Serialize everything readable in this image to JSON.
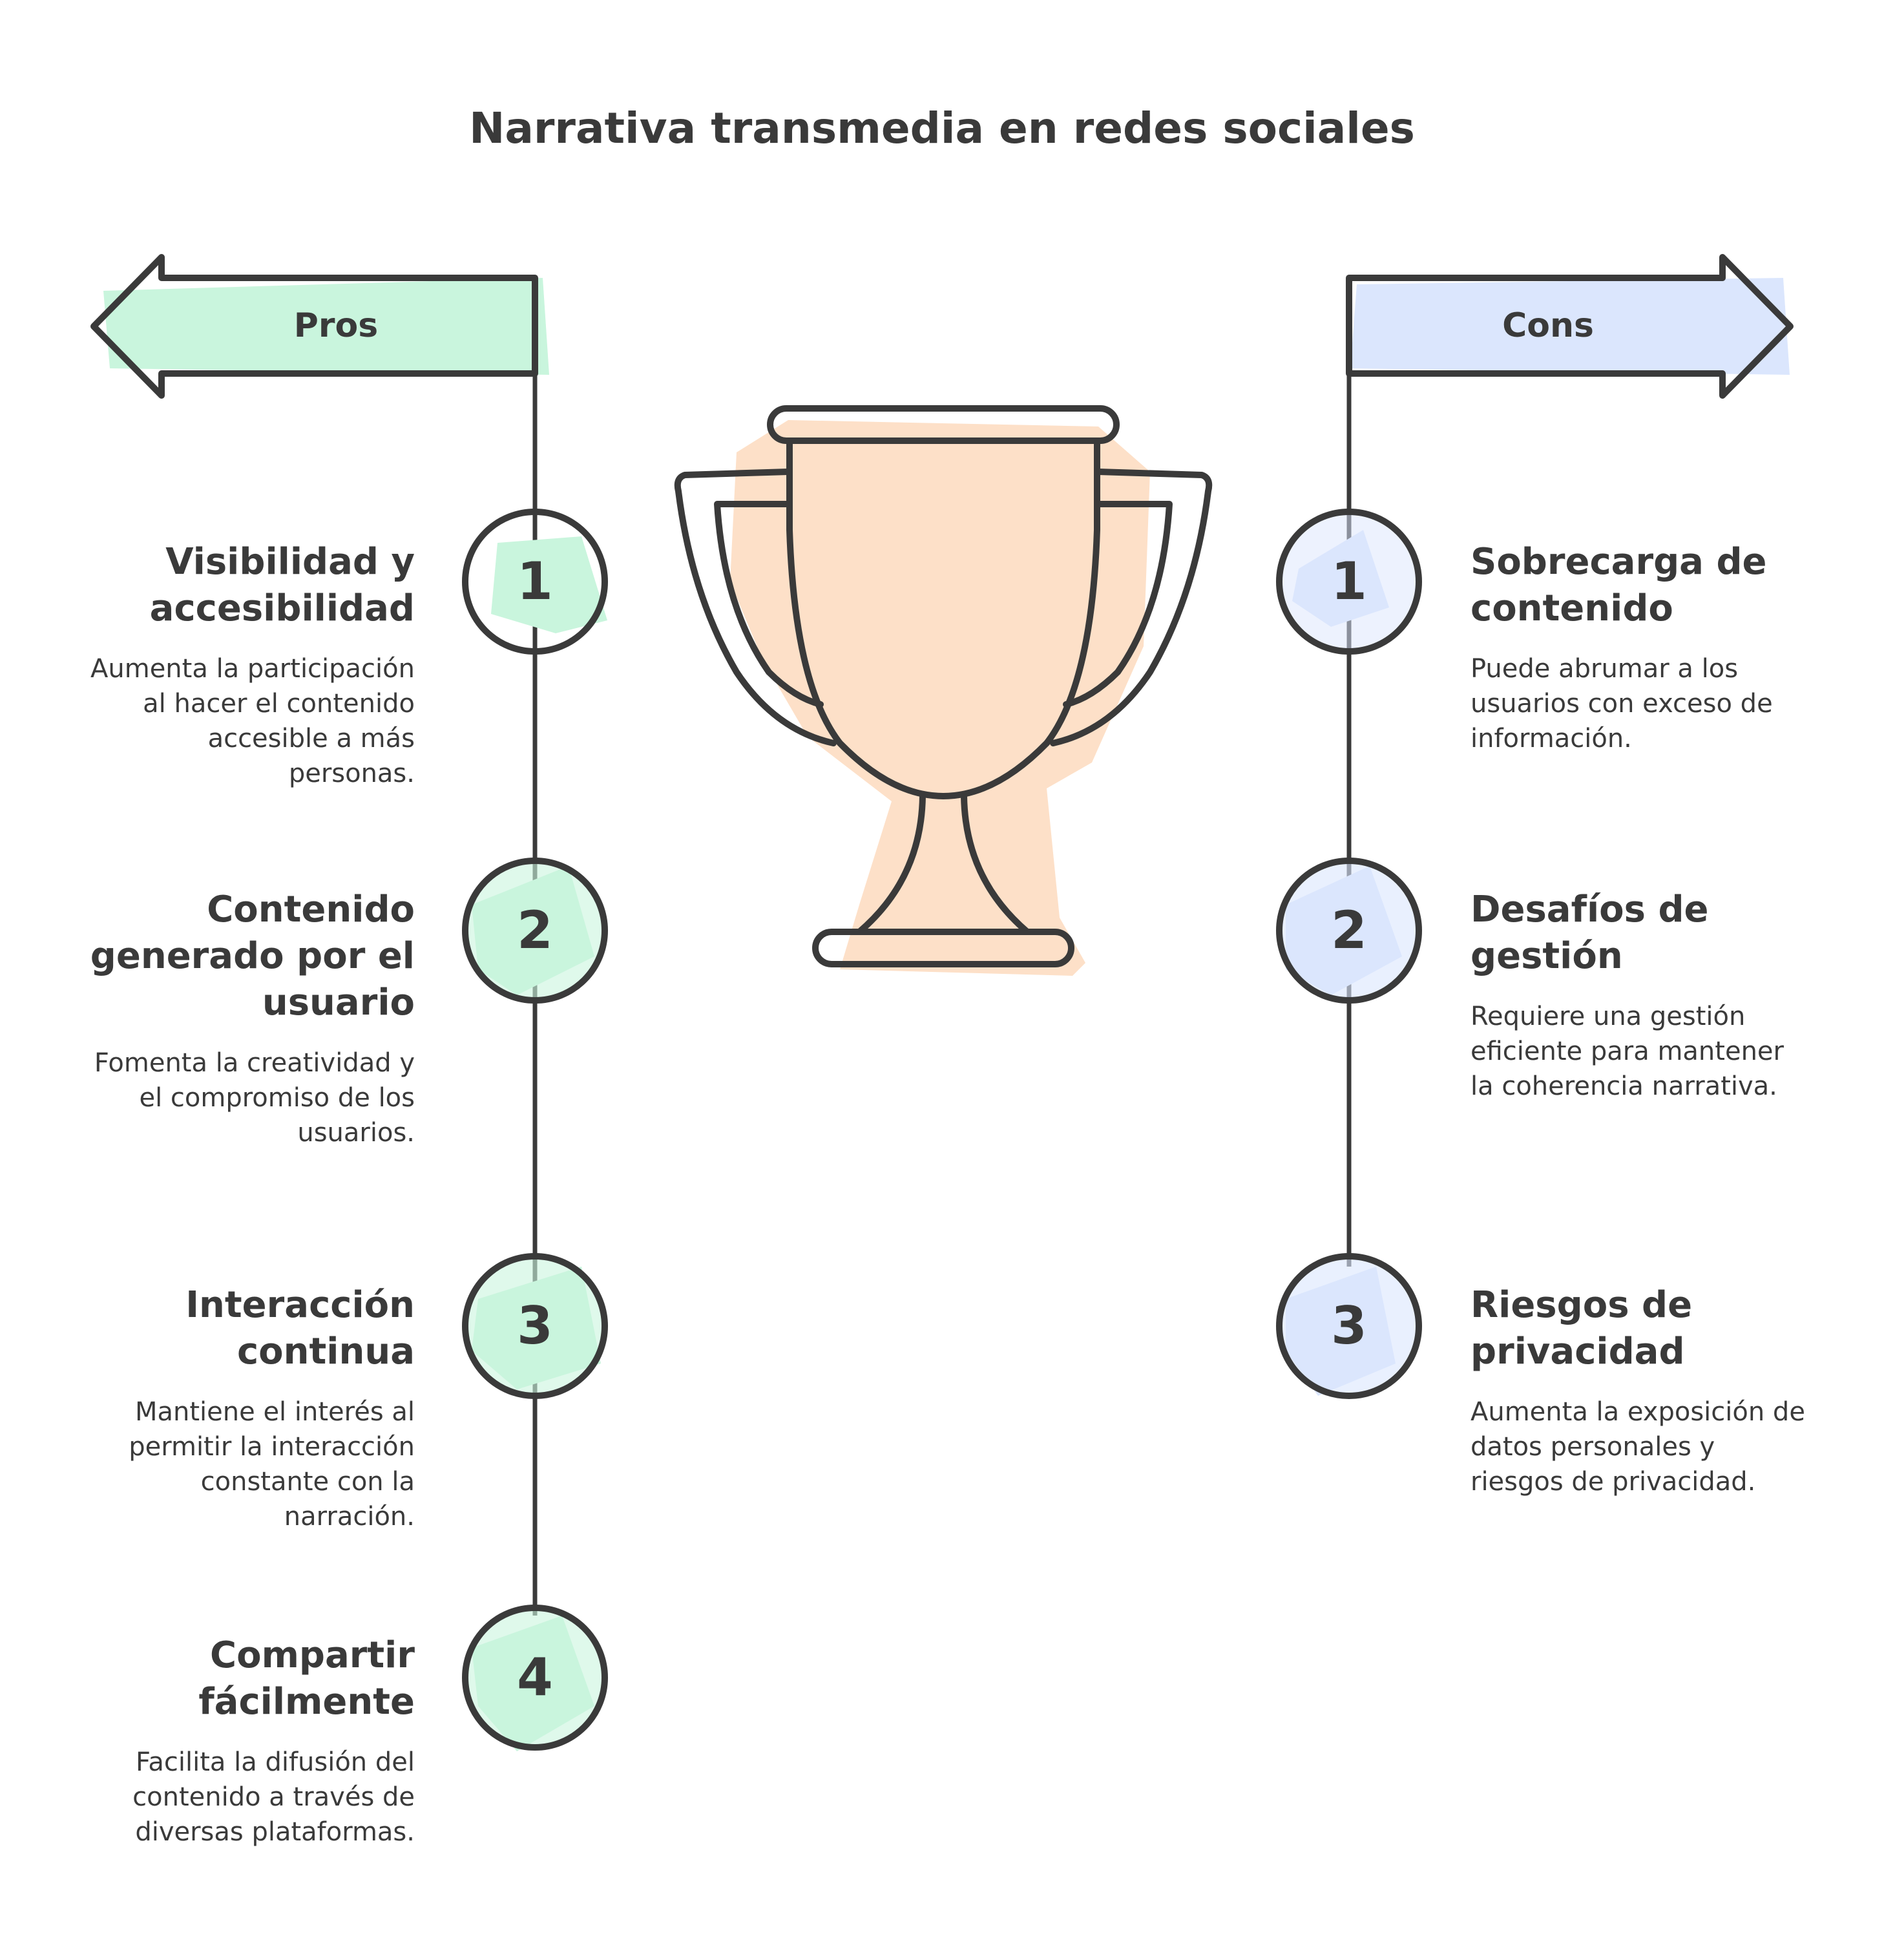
{
  "title": "Narrativa transmedia en redes sociales",
  "pros": {
    "label": "Pros",
    "color": "#c9f5dd",
    "items": [
      {
        "number": "1",
        "heading": "Visibilidad y accesibilidad",
        "description": "Aumenta la participación al hacer el contenido accesible a más personas."
      },
      {
        "number": "2",
        "heading": "Contenido generado por el usuario",
        "description": "Fomenta la creatividad y el compromiso de los usuarios."
      },
      {
        "number": "3",
        "heading": "Interacción continua",
        "description": "Mantiene el interés al permitir la interacción constante con la narración."
      },
      {
        "number": "4",
        "heading": "Compartir fácilmente",
        "description": "Facilita la difusión del contenido a través de diversas plataformas."
      }
    ]
  },
  "cons": {
    "label": "Cons",
    "color": "#dbe6fd",
    "items": [
      {
        "number": "1",
        "heading": "Sobrecarga de contenido",
        "description": "Puede abrumar a los usuarios con exceso de información."
      },
      {
        "number": "2",
        "heading": "Desafíos de gestión",
        "description": "Requiere una gestión eficiente para mantener la coherencia narrativa."
      },
      {
        "number": "3",
        "heading": "Riesgos de privacidad",
        "description": "Aumenta la exposición de datos personales y riesgos de privacidad."
      }
    ]
  },
  "trophy": {
    "icon": "trophy-icon",
    "color": "#fde0c8"
  },
  "stroke_color": "#3a3a3a"
}
